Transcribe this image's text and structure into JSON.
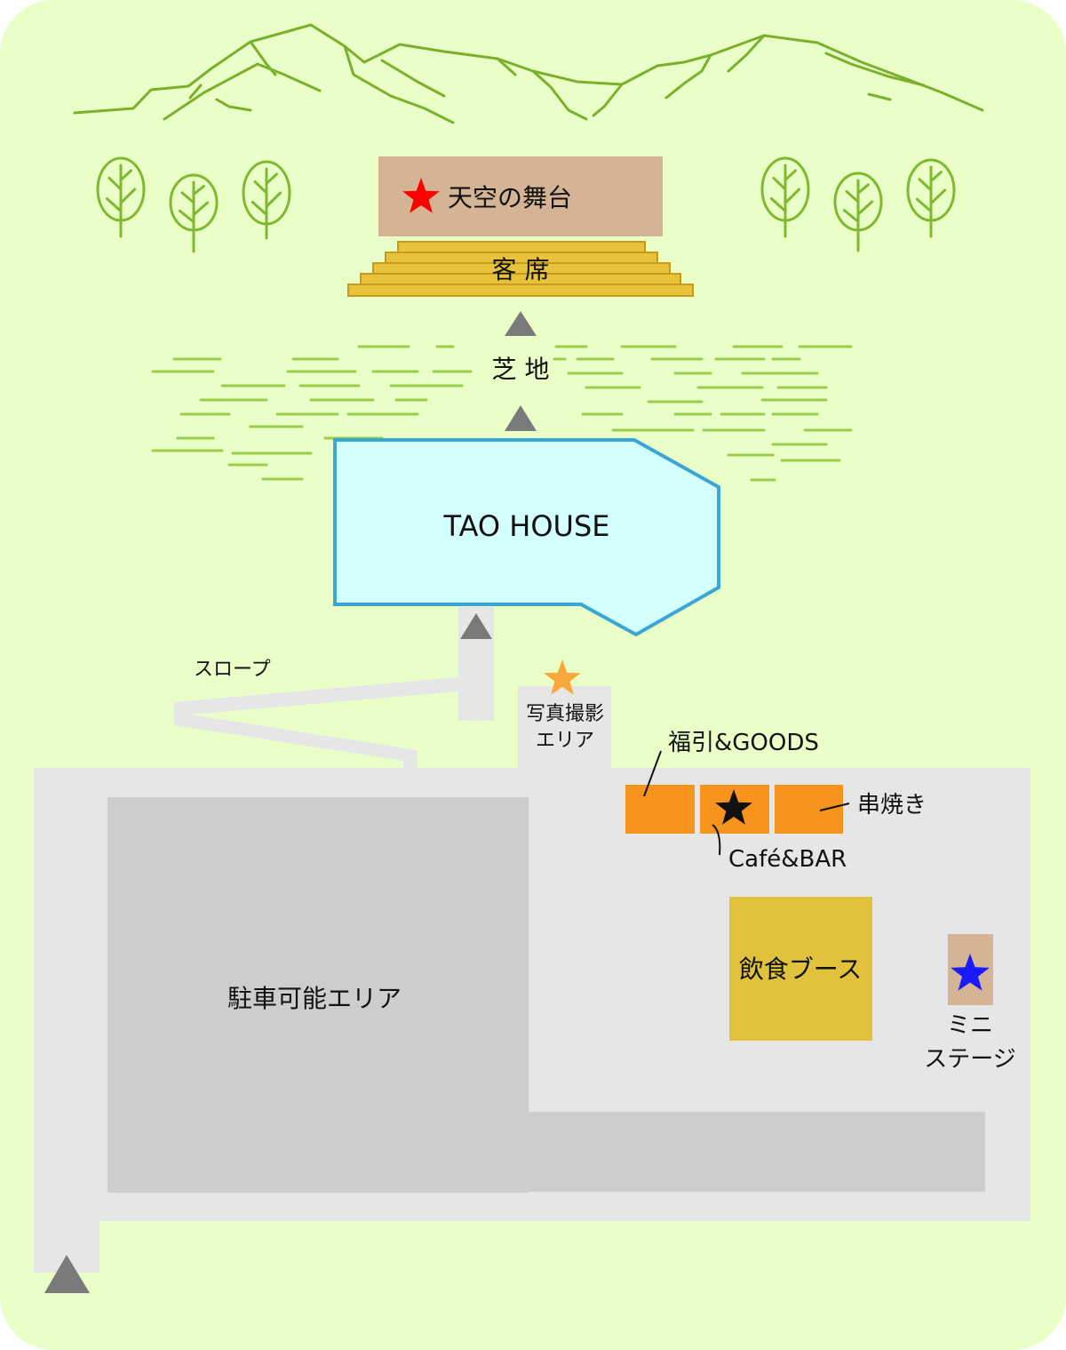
{
  "colors": {
    "background": "#eaffc8",
    "mountain_line": "#7cb02c",
    "tree_line": "#80b830",
    "grass_line": "#9ccd4a",
    "stage_fill": "#d4b494",
    "seating_fill": "#e8c23a",
    "seating_stroke": "#c89a1a",
    "house_fill": "#d4ffff",
    "house_stroke": "#3aa6d6",
    "path_fill": "#e6e6e6",
    "parking_fill": "#cdcdcd",
    "stall_fill": "#f7941d",
    "food_booth_fill": "#e0c23c",
    "arrow_fill": "#7a7a7a",
    "star_main": "#ff0000",
    "star_photo": "#f9a93c",
    "star_cafe": "#111111",
    "star_mini": "#1a1aff"
  },
  "stage": {
    "label": "天空の舞台",
    "star_icon": "red-star-icon"
  },
  "seating": {
    "label": "客 席"
  },
  "lawn": {
    "label": "芝 地"
  },
  "house": {
    "label": "TAO HOUSE"
  },
  "slope": {
    "label": "スロープ"
  },
  "photo_area": {
    "label_line1": "写真撮影",
    "label_line2": "エリア",
    "star_icon": "orange-star-icon"
  },
  "stalls": {
    "fukubiki_label": "福引&GOODS",
    "kushiyaki_label": "串焼き",
    "cafe_label": "Café&BAR",
    "cafe_star_icon": "black-star-icon"
  },
  "food_booth": {
    "label": "飲食ブース"
  },
  "mini_stage": {
    "label_line1": "ミニ",
    "label_line2": "ステージ",
    "star_icon": "blue-star-icon"
  },
  "parking": {
    "label": "駐車可能エリア"
  },
  "arrows": {
    "icon": "up-arrow-icon"
  }
}
